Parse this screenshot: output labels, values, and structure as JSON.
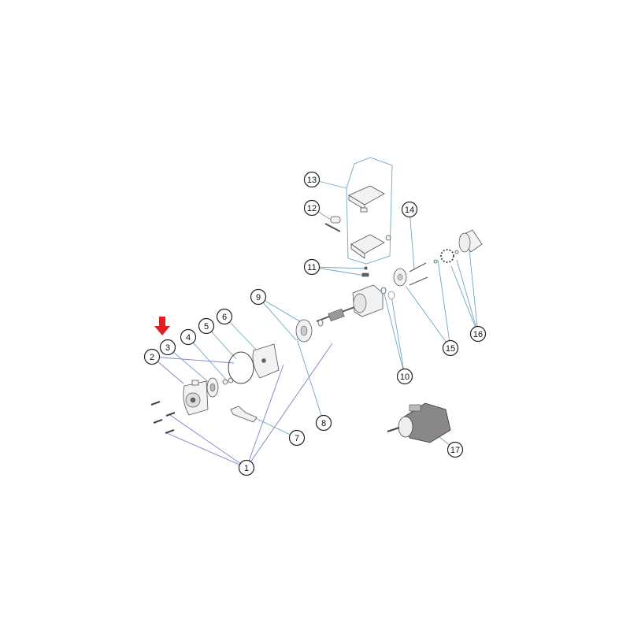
{
  "diagram": {
    "type": "exploded-parts-view",
    "accent_color": "#e02020",
    "leader_color": "#6fa6c4",
    "callouts": [
      "1",
      "2",
      "3",
      "4",
      "5",
      "6",
      "7",
      "8",
      "9",
      "10",
      "11",
      "12",
      "13",
      "14",
      "15",
      "16",
      "17"
    ]
  }
}
